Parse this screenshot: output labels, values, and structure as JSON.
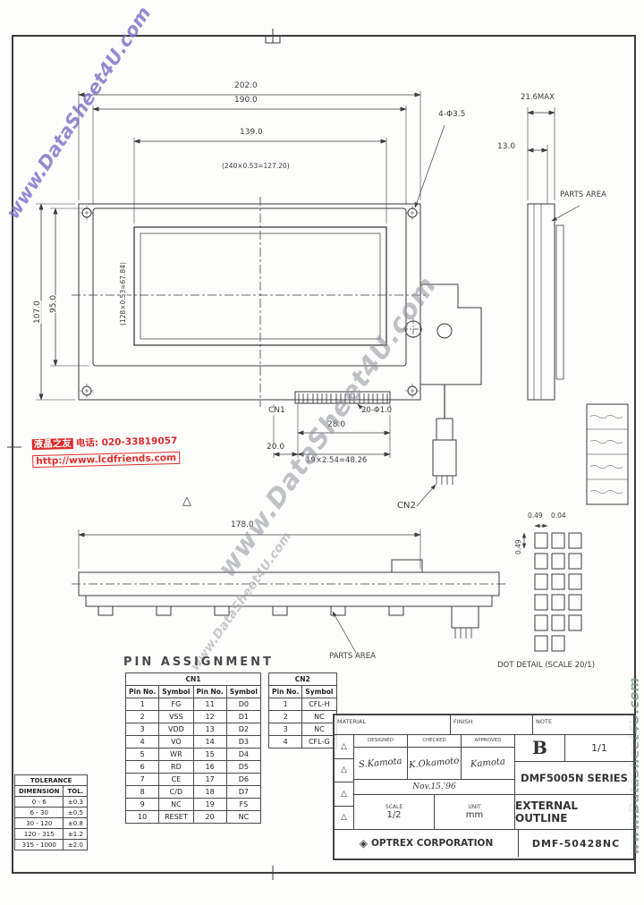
{
  "watermark": {
    "text": "www.DataSheet4U.com",
    "color_purple": "#7b6fc8",
    "color_gray": "#8d9298",
    "color_green": "#7e9a85"
  },
  "stamp": {
    "brand": "液晶之友",
    "phone_label": "电话:",
    "phone": "020-33819057",
    "url": "http://www.lcdfriends.com",
    "color": "#e02a2a"
  },
  "drawing": {
    "front_view": {
      "dim_overall_width": "202.0",
      "dim_mount_width": "190.0",
      "dim_view_width": "139.0",
      "note_dot_width": "(240×0.53=127.20)",
      "note_dot_height": "(128×0.53=67.84)",
      "dim_overall_height": "107.0",
      "dim_mount_height": "95.0",
      "hole_note": "4-Φ3.5",
      "thickness": "21.6MAX",
      "dim_side": "13.0",
      "parts_area": "PARTS AREA",
      "pin_note": "20-Φ1.0",
      "dim_conn_a": "28.0",
      "dim_conn_b": "20.0",
      "dim_pitch": "19×2.54=48.26",
      "cn1_label": "CN1",
      "cn2_label": "CN2",
      "rev_mark": "△"
    },
    "bottom_view": {
      "dim_width": "178.0",
      "parts_area": "PARTS AREA"
    },
    "dot_detail": {
      "title": "DOT DETAIL (SCALE 20/1)",
      "dim_w": "0.49",
      "dim_gap": "0.04",
      "dim_h": "0.49"
    }
  },
  "pins": {
    "title": "PIN ASSIGNMENT",
    "cn1": {
      "name": "CN1",
      "headers": [
        "Pin No.",
        "Symbol",
        "Pin No.",
        "Symbol"
      ],
      "rows": [
        [
          "1",
          "FG",
          "11",
          "D0"
        ],
        [
          "2",
          "VSS",
          "12",
          "D1"
        ],
        [
          "3",
          "VDD",
          "13",
          "D2"
        ],
        [
          "4",
          "VO",
          "14",
          "D3"
        ],
        [
          "5",
          "WR",
          "15",
          "D4"
        ],
        [
          "6",
          "RD",
          "16",
          "D5"
        ],
        [
          "7",
          "CE",
          "17",
          "D6"
        ],
        [
          "8",
          "C/D",
          "18",
          "D7"
        ],
        [
          "9",
          "NC",
          "19",
          "FS"
        ],
        [
          "10",
          "RESET",
          "20",
          "NC"
        ]
      ]
    },
    "cn2": {
      "name": "CN2",
      "headers": [
        "Pin No.",
        "Symbol"
      ],
      "rows": [
        [
          "1",
          "CFL-H"
        ],
        [
          "2",
          "NC"
        ],
        [
          "3",
          "NC"
        ],
        [
          "4",
          "CFL-G"
        ]
      ]
    }
  },
  "tolerance": {
    "title": "TOLERANCE",
    "headers": [
      "DIMENSION",
      "TOL."
    ],
    "rows": [
      [
        "0 - 6",
        "±0.3"
      ],
      [
        "6 - 30",
        "±0.5"
      ],
      [
        "30 - 120",
        "±0.8"
      ],
      [
        "120 - 315",
        "±1.2"
      ],
      [
        "315 - 1000",
        "±2.0"
      ]
    ]
  },
  "title_block": {
    "material_label": "MATERIAL",
    "finish_label": "FINISH",
    "note_label": "NOTE",
    "rev_marks": [
      "△",
      "△",
      "△",
      "△"
    ],
    "designed_label": "DESIGNED",
    "checked_label": "CHECKED",
    "approved_label": "APPROVED",
    "designed_sig": "S.Kamota",
    "checked_sig": "K.Okamoto",
    "approved_sig": "Kamota",
    "date": "Nov.15.'96",
    "scale_label": "SCALE",
    "scale": "1/2",
    "unit_label": "UNIT",
    "unit": "mm",
    "size": "B",
    "sheet": "1/1",
    "series": "DMF5005N SERIES",
    "doc_title": "EXTERNAL OUTLINE",
    "logo_glyph": "◈",
    "company": "OPTREX CORPORATION",
    "drawing_no": "DMF-50428NC"
  }
}
